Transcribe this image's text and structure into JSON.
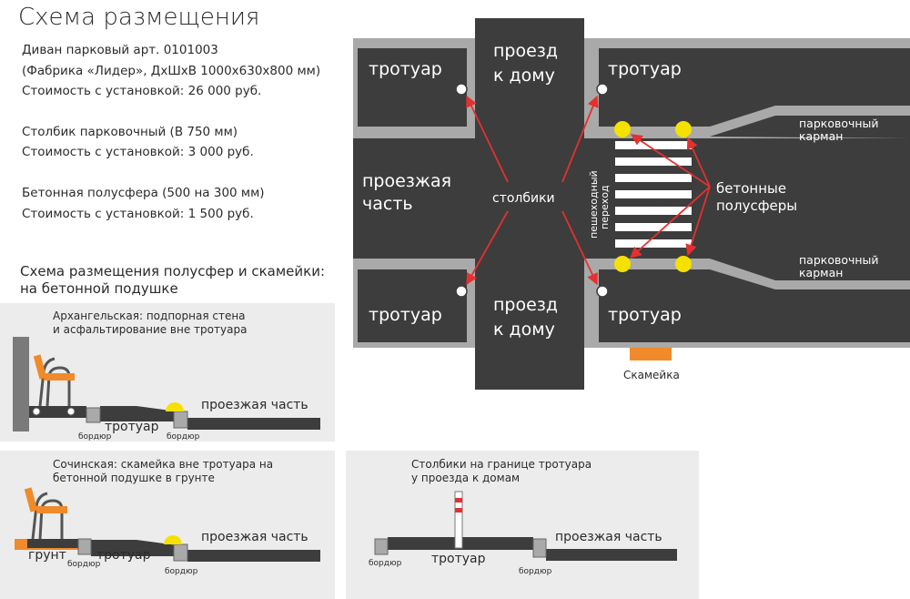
{
  "title": "Схема размещения",
  "specs": [
    "Диван парковый арт. 0101003",
    "(Фабрика «Лидер», ДхШхВ 1000х630х800 мм)",
    "Стоимость с установкой: 26 000 руб.",
    "Столбик парковочный (В 750 мм)",
    "Стоимость с установкой: 3 000 руб.",
    "Бетонная полусфера (500 на 300 мм)",
    "Стоимость с установкой: 1 500 руб."
  ],
  "subheading": [
    "Схема размещения полусфер и скамейки:",
    "на бетонной подушке"
  ],
  "plan": {
    "sidewalk_tl": "тротуар",
    "sidewalk_tr": "тротуар",
    "sidewalk_bl": "тротуар",
    "sidewalk_br": "тротуар",
    "drive_top": [
      "проезд",
      "к дому"
    ],
    "drive_bottom": [
      "проезд",
      "к дому"
    ],
    "roadway": [
      "проезжая",
      "часть"
    ],
    "bollards": "столбики",
    "crosswalk": [
      "пешеходный",
      "переход"
    ],
    "hemispheres": [
      "бетонные",
      "полусферы"
    ],
    "parking_top": [
      "парковочный",
      "карман"
    ],
    "parking_bottom": [
      "парковочный",
      "карман"
    ],
    "bench": "Скамейка"
  },
  "panel1": {
    "caption": [
      "Архангельская: подпорная стена",
      "и асфальтирование вне тротуара"
    ],
    "roadway": "проезжая часть",
    "sidewalk": "тротуар",
    "curb1": "бордюр",
    "curb2": "бордюр"
  },
  "panel2": {
    "caption": [
      "Сочинская: скамейка вне тротуара на",
      "бетонной подушке в грунте"
    ],
    "roadway": "проезжая часть",
    "sidewalk": "тротуар",
    "ground": "грунт",
    "curb1": "бордюр",
    "curb2": "бордюр"
  },
  "panel3": {
    "caption": [
      "Столбики на границе тротуара",
      "у проезда к домам"
    ],
    "roadway": "проезжая часть",
    "sidewalk": "тротуар",
    "curb1": "бордюр",
    "curb2": "бордюр"
  },
  "colors": {
    "asphalt": "#3d3d3d",
    "curb": "#a9a9a9",
    "hemisphere": "#f5e100",
    "arrow": "#e53030",
    "bench": "#f08a2a",
    "panel_bg": "#ececec"
  }
}
